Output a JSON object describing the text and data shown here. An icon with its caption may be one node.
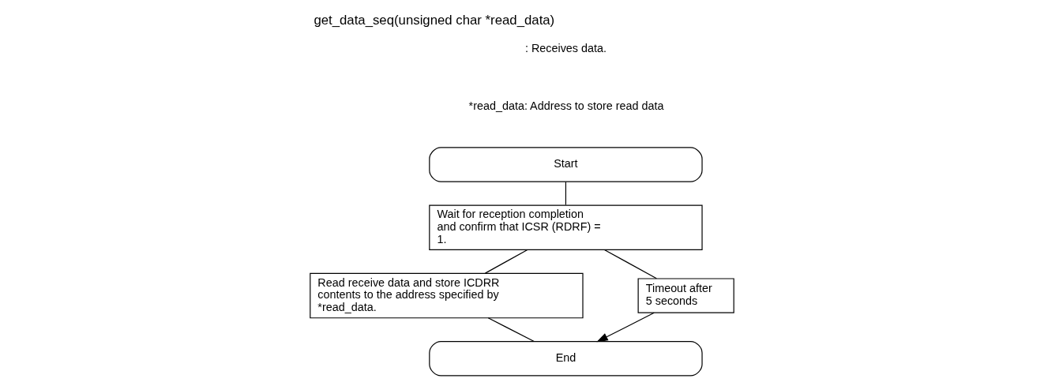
{
  "diagram": {
    "title": "get_data_seq(unsigned char *read_data)",
    "nodes": [
      {
        "text": [
          "Start"
        ]
      },
      {
        "text": [
          "Wait for reception completion and confirm that ICSR (RDRF) = 1."
        ]
      },
      {
        "text": [
          "Read receive data and store ICDRR contents to the address specified by *read_data."
        ]
      },
      {
        "text": [
          "Timeout after 5 seconds"
        ]
      },
      {
        "text": [
          "End"
        ]
      }
    ],
    "edges": [
      {
        "from": 0,
        "to": 1,
        "arrow": "none"
      },
      {
        "from": 1,
        "to": 2,
        "arrow": "none"
      },
      {
        "from": 2,
        "to": 4,
        "arrow": "none"
      },
      {
        "from": 1,
        "to": 3,
        "arrow": "none"
      },
      {
        "from": 3,
        "to": 4,
        "arrow": "to"
      }
    ],
    "labels": [
      ": Receives data.",
      "*read_data: Address to store read data"
    ]
  }
}
